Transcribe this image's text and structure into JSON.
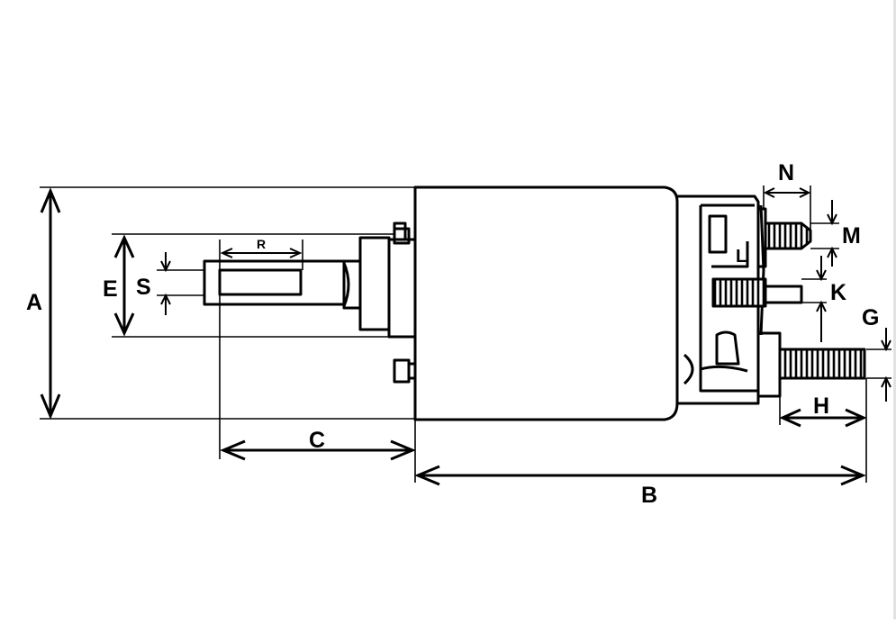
{
  "labels": {
    "A": "A",
    "B": "B",
    "C": "C",
    "E": "E",
    "S": "S",
    "R": "R",
    "N": "N",
    "M": "M",
    "L": "L",
    "K": "K",
    "G": "G",
    "H": "H"
  }
}
